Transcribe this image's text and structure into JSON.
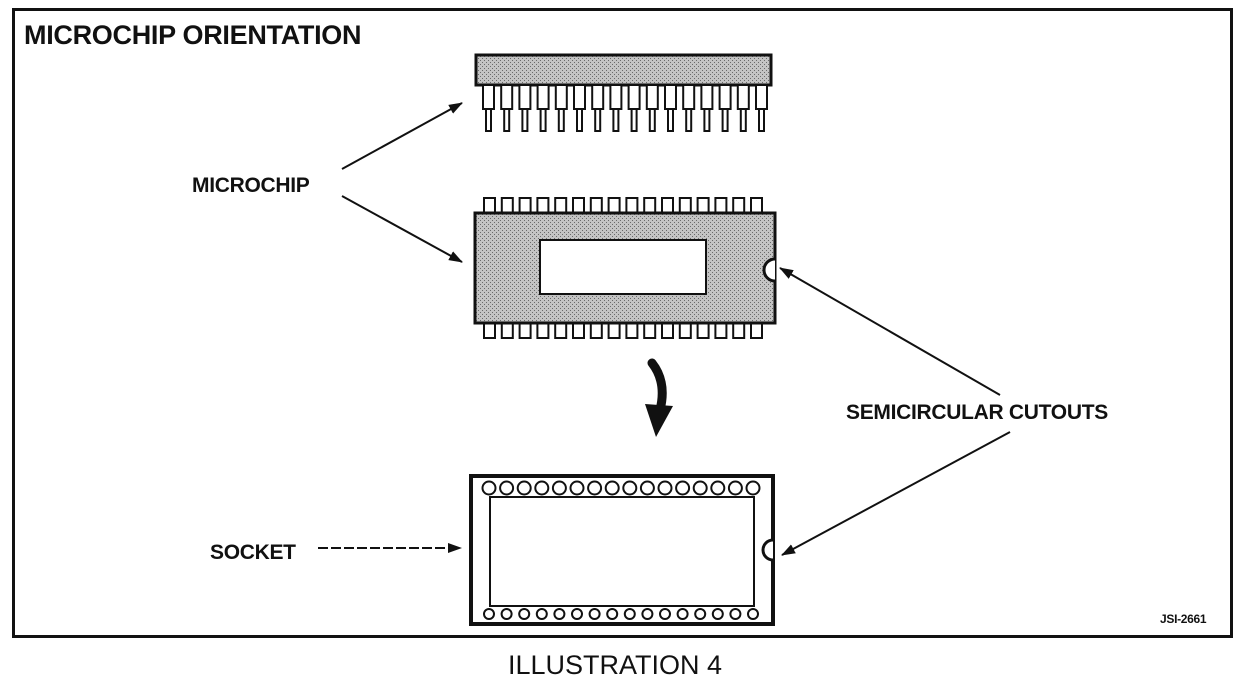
{
  "diagram": {
    "title": "MICROCHIP ORIENTATION",
    "labels": {
      "microchip": "MICROCHIP",
      "semicircular_cutouts": "SEMICIRCULAR CUTOUTS",
      "socket": "SOCKET",
      "figure_code": "JSI-2661"
    },
    "caption": "ILLUSTRATION 4",
    "pins_per_row": 16
  },
  "colors": {
    "ink": "#111111",
    "chip_fill": "#bdbdbd",
    "background": "#ffffff"
  }
}
